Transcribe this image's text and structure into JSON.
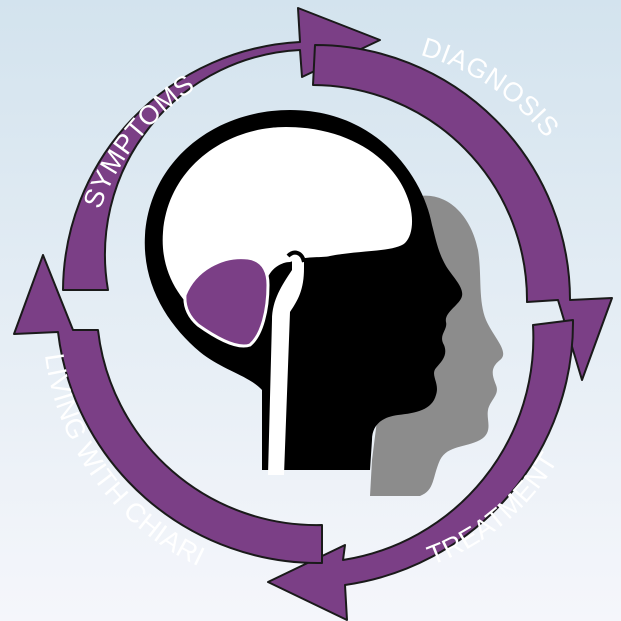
{
  "labels": {
    "symptoms": "SYMPTOMS",
    "diagnosis": "DIAGNOSIS",
    "treatment": "TREATMENT",
    "living": "LIVING WITH CHIARI"
  },
  "colors": {
    "ring": "#7b3f86",
    "outline": "#1a1a1a",
    "head": "#000000",
    "shadow": "#8c8c8c",
    "brain": "#ffffff",
    "cerebellum": "#7b3f86"
  },
  "icons": [
    "head-profile-icon",
    "brain-icon",
    "cerebellum-icon",
    "spinal-cord-icon"
  ]
}
